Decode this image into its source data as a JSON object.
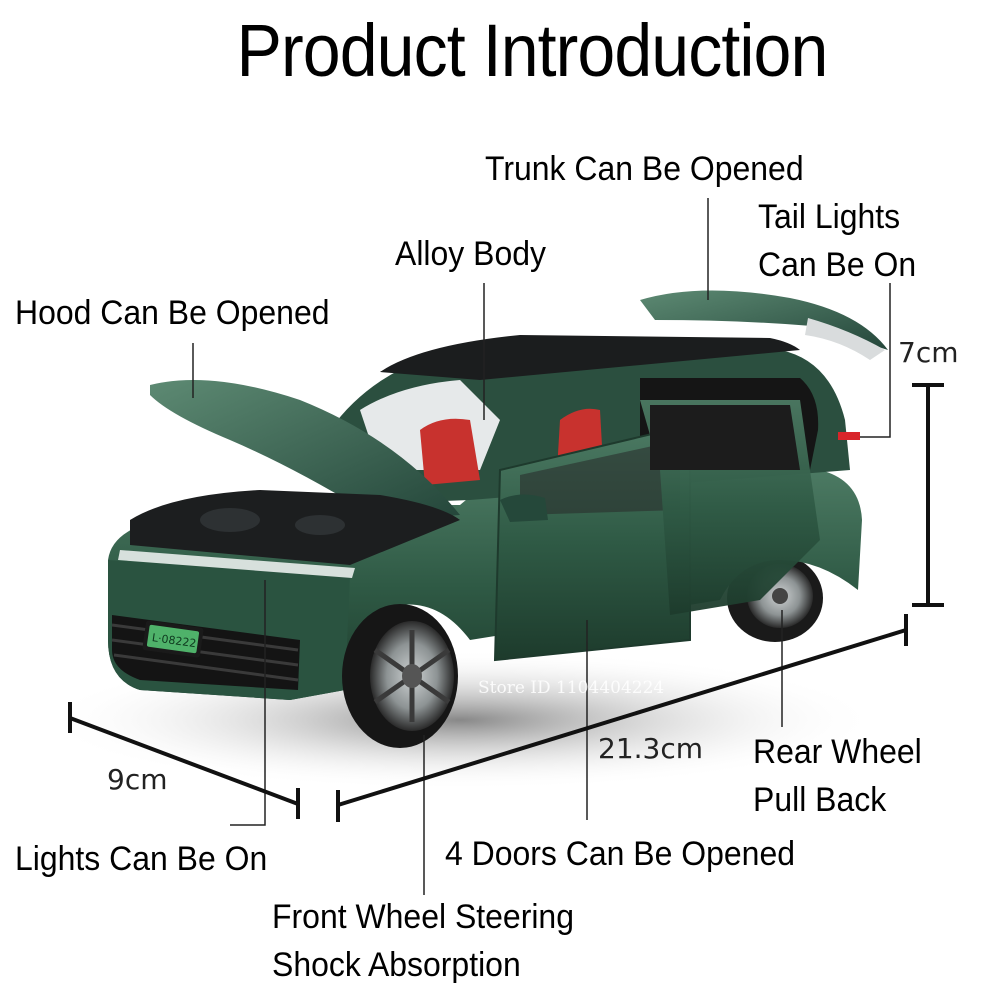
{
  "title": "Product Introduction",
  "features": {
    "trunk": "Trunk Can Be Opened",
    "tail_lights_line1": "Tail Lights",
    "tail_lights_line2": "Can Be On",
    "alloy_body": "Alloy Body",
    "hood": "Hood Can Be Opened",
    "lights": "Lights Can Be On",
    "rear_wheel_line1": "Rear Wheel",
    "rear_wheel_line2": "Pull Back",
    "doors": "4 Doors Can Be Opened",
    "front_wheel_line1": "Front Wheel Steering",
    "front_wheel_line2": "Shock Absorption"
  },
  "dimensions": {
    "height": "7cm",
    "length": "21.3cm",
    "width": "9cm"
  },
  "product": {
    "license_plate": "L·08222",
    "body_color": "#2f5a45",
    "interior_color": "#c8322e"
  },
  "watermark": "Store ID 1104404224"
}
